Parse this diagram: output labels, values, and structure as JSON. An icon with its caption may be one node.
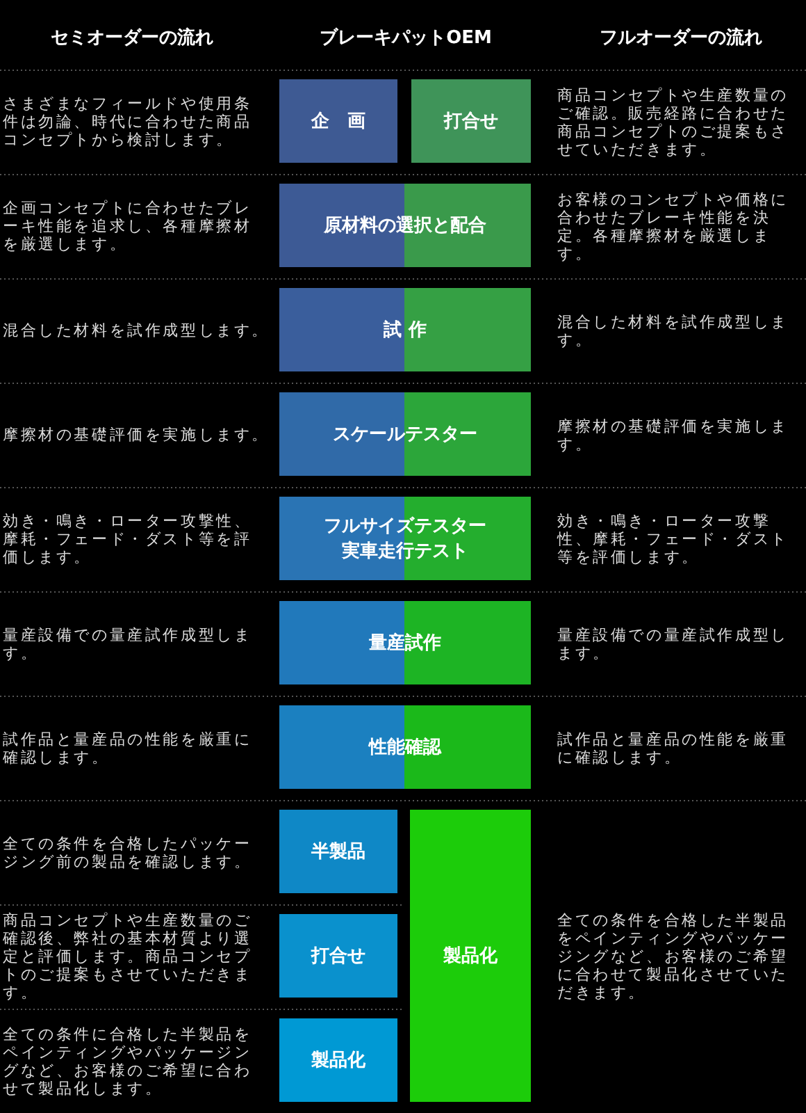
{
  "diagram": {
    "nodes": [
      {
        "text": [
          "企　画"
        ]
      },
      {
        "text": [
          "打合せ"
        ]
      },
      {
        "text": [
          "原材料の選択と配合"
        ]
      },
      {
        "text": [
          "試 作"
        ]
      },
      {
        "text": [
          "スケールテスター"
        ]
      },
      {
        "text": [
          "フルサイズテスター実車走行テスト"
        ]
      },
      {
        "text": [
          "量産試作"
        ]
      },
      {
        "text": [
          "性能確認"
        ]
      },
      {
        "text": [
          "半製品"
        ]
      },
      {
        "text": [
          "製品化"
        ]
      },
      {
        "text": [
          "打合せ"
        ]
      },
      {
        "text": [
          "製品化"
        ]
      }
    ],
    "labels": [
      "セミオーダーの流れ",
      "ブレーキパットOEM",
      "フルオーダーの流れ",
      "さまざまなフィールドや使用条件は勿論、時代に合わせた商品コンセプトから検討します。",
      "商品コンセプトや生産数量のご確認。販売経路に合わせた商品コンセプトのご提案もさせていただきます。",
      "企画コンセプトに合わせたブレーキ性能を追求し、各種摩擦材を厳選します。",
      "お客様のコンセプトや価格に合わせたブレーキ性能を決定。各種摩擦材を厳選します。",
      "混合した材料を試作成型します。",
      "混合した材料を試作成型します。",
      "摩擦材の基礎評価を実施します。",
      "摩擦材の基礎評価を実施します。",
      "効き・鳴き・ローター攻撃性、摩耗・フェード・ダスト等を評価します。",
      "効き・鳴き・ローター攻撃性、摩耗・フェード・ダスト等を評価します。",
      "量産設備での量産試作成型します。",
      "量産設備での量産試作成型します。",
      "試作品と量産品の性能を厳重に確認します。",
      "試作品と量産品の性能を厳重に確認します。",
      "全ての条件を合格したパッケージング前の製品を確認します。",
      "商品コンセプトや生産数量のご確認後、弊社の基本材質より選定と評価します。商品コンセプトのご提案もさせていただきます。",
      "全ての条件を合格した半製品をペインティングやパッケージングなど、お客様のご希望に合わせて製品化させていただきます。",
      "全ての条件に合格した半製品をペインティングやパッケージングなど、お客様のご希望に合わせて製品化します。"
    ]
  }
}
